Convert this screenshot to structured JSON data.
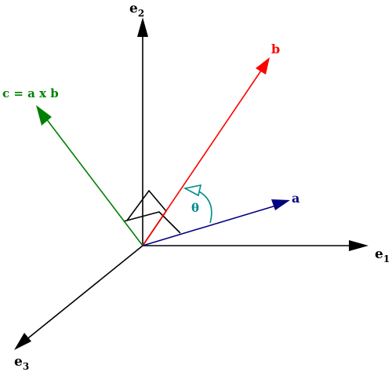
{
  "labels": {
    "e1": {
      "base": "e",
      "sub": "1"
    },
    "e2": {
      "base": "e",
      "sub": "2"
    },
    "e3": {
      "base": "e",
      "sub": "3"
    },
    "a": "a",
    "b": "b",
    "c": "c = a x b",
    "theta": "θ"
  },
  "colors": {
    "axes": "#000000",
    "a": "#000080",
    "b": "#ff0000",
    "c": "#008000",
    "angle": "#008b8b",
    "right_angle_marker": "#000000"
  }
}
